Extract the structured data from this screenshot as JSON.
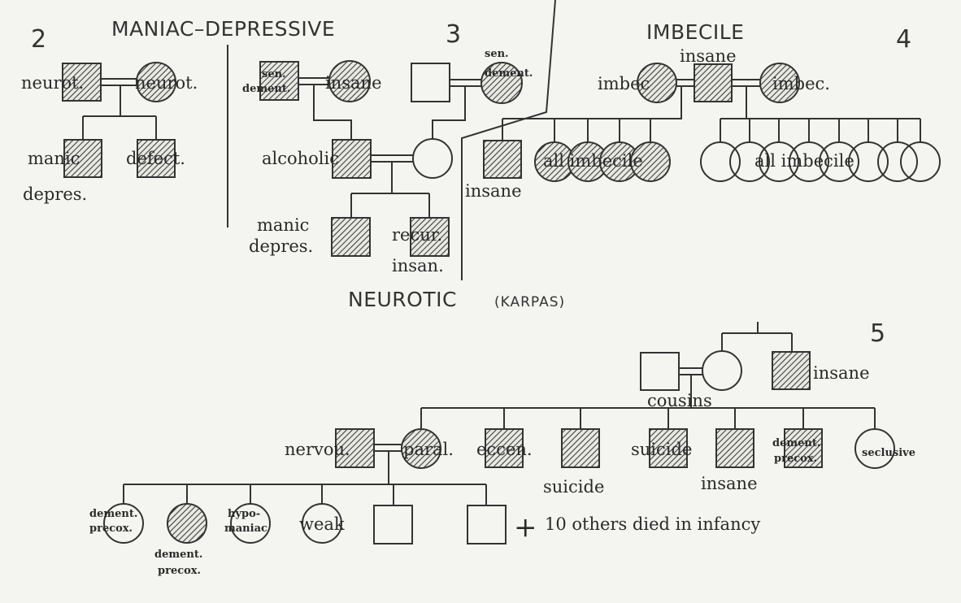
{
  "headings": {
    "maniac": "MANIAC–DEPRESSIVE",
    "imbecile": "IMBECILE",
    "neurotic": "NEUROTIC",
    "karpas": "(KARPAS)"
  },
  "numbers": {
    "n2": "2",
    "n3": "3",
    "n4": "4",
    "n5": "5"
  },
  "labels": {
    "p2_father": "neurot.",
    "p2_mother": "neurot.",
    "p2_son1_a": "manic",
    "p2_son1_b": "depres.",
    "p2_son2": "defect.",
    "p3_gf_a": "sen.",
    "p3_gf_b": "dement.",
    "p3_gm": "insane",
    "p3_gm2_a": "sen.",
    "p3_gm2_b": "dement.",
    "p3_father": "alcoholic",
    "p3_son1_a": "manic",
    "p3_son1_b": "depres.",
    "p3_son2_a": "recur.",
    "p3_son2_b": "insan.",
    "p4_imbec_left": "imbec",
    "p4_insane": "insane",
    "p4_imbec_right": "imbec.",
    "p4_son": "insane",
    "p4_all1": "all imbecile",
    "p4_all2": "all imbecile",
    "p5_uncle": "insane",
    "p5_cousins": "cousins",
    "p5_nervou": "nervou.",
    "p5_paral": "paral.",
    "p5_eccen": "eccen.",
    "p5_suicide1": "suicide",
    "p5_suicide2": "suicide",
    "p5_insane": "insane",
    "p5_dement_a": "dement.",
    "p5_dement_b": "precox.",
    "p5_seclusive": "seclusive",
    "p5_c1_a": "dement.",
    "p5_c1_b": "precox.",
    "p5_c2_a": "dement.",
    "p5_c2_b": "precox.",
    "p5_c3_a": "hypo-",
    "p5_c3_b": "maniac",
    "p5_c4": "weak",
    "p5_plus": "+",
    "p5_others": "10 others died in infancy"
  },
  "colors": {
    "ink": "#333333",
    "paper": "#f4f4f0"
  }
}
